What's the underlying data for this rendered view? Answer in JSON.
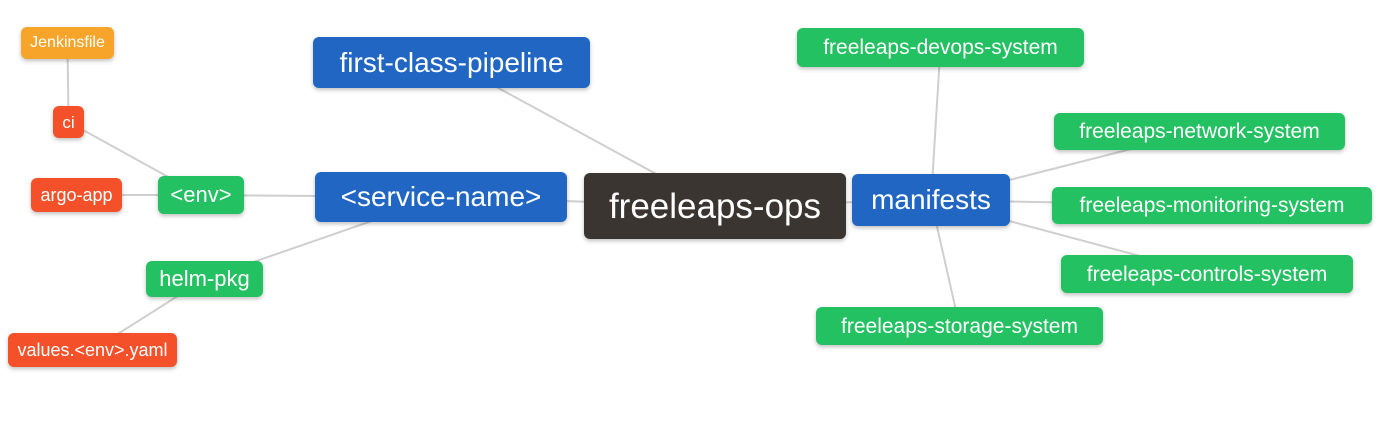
{
  "palette": {
    "center_node": "#3B3531",
    "branch_node": "#2066C2",
    "system_node": "#23C162",
    "artifact_node": "#F4502A",
    "jenkins_node": "#F7A42B",
    "connector_line": "#CFCFCF",
    "node_text": "#FFFFFF",
    "background": "#FFFFFF"
  },
  "nodes": [
    {
      "id": "jenkinsfile",
      "label": "Jenkinsfile",
      "color": "#F7A42B"
    },
    {
      "id": "ci",
      "label": "ci",
      "color": "#F4502A"
    },
    {
      "id": "argo-app",
      "label": "argo-app",
      "color": "#F4502A"
    },
    {
      "id": "env",
      "label": "<env>",
      "color": "#23C162"
    },
    {
      "id": "helm-pkg",
      "label": "helm-pkg",
      "color": "#23C162"
    },
    {
      "id": "values-env-yaml",
      "label": "values.<env>.yaml",
      "color": "#F4502A"
    },
    {
      "id": "first-class-pipeline",
      "label": "first-class-pipeline",
      "color": "#2066C2"
    },
    {
      "id": "service-name",
      "label": "<service-name>",
      "color": "#2066C2"
    },
    {
      "id": "freeleaps-ops",
      "label": "freeleaps-ops",
      "color": "#3B3531"
    },
    {
      "id": "manifests",
      "label": "manifests",
      "color": "#2066C2"
    },
    {
      "id": "freeleaps-devops-system",
      "label": "freeleaps-devops-system",
      "color": "#23C162"
    },
    {
      "id": "freeleaps-network-system",
      "label": "freeleaps-network-system",
      "color": "#23C162"
    },
    {
      "id": "freeleaps-monitoring-system",
      "label": "freeleaps-monitoring-system",
      "color": "#23C162"
    },
    {
      "id": "freeleaps-controls-system",
      "label": "freeleaps-controls-system",
      "color": "#23C162"
    },
    {
      "id": "freeleaps-storage-system",
      "label": "freeleaps-storage-system",
      "color": "#23C162"
    }
  ],
  "edges": [
    {
      "from": "jenkinsfile",
      "to": "ci"
    },
    {
      "from": "ci",
      "to": "env"
    },
    {
      "from": "argo-app",
      "to": "env"
    },
    {
      "from": "env",
      "to": "service-name"
    },
    {
      "from": "helm-pkg",
      "to": "service-name"
    },
    {
      "from": "values-env-yaml",
      "to": "helm-pkg"
    },
    {
      "from": "service-name",
      "to": "freeleaps-ops"
    },
    {
      "from": "first-class-pipeline",
      "to": "freeleaps-ops"
    },
    {
      "from": "freeleaps-ops",
      "to": "manifests"
    },
    {
      "from": "manifests",
      "to": "freeleaps-devops-system"
    },
    {
      "from": "manifests",
      "to": "freeleaps-network-system"
    },
    {
      "from": "manifests",
      "to": "freeleaps-monitoring-system"
    },
    {
      "from": "manifests",
      "to": "freeleaps-controls-system"
    },
    {
      "from": "manifests",
      "to": "freeleaps-storage-system"
    }
  ]
}
